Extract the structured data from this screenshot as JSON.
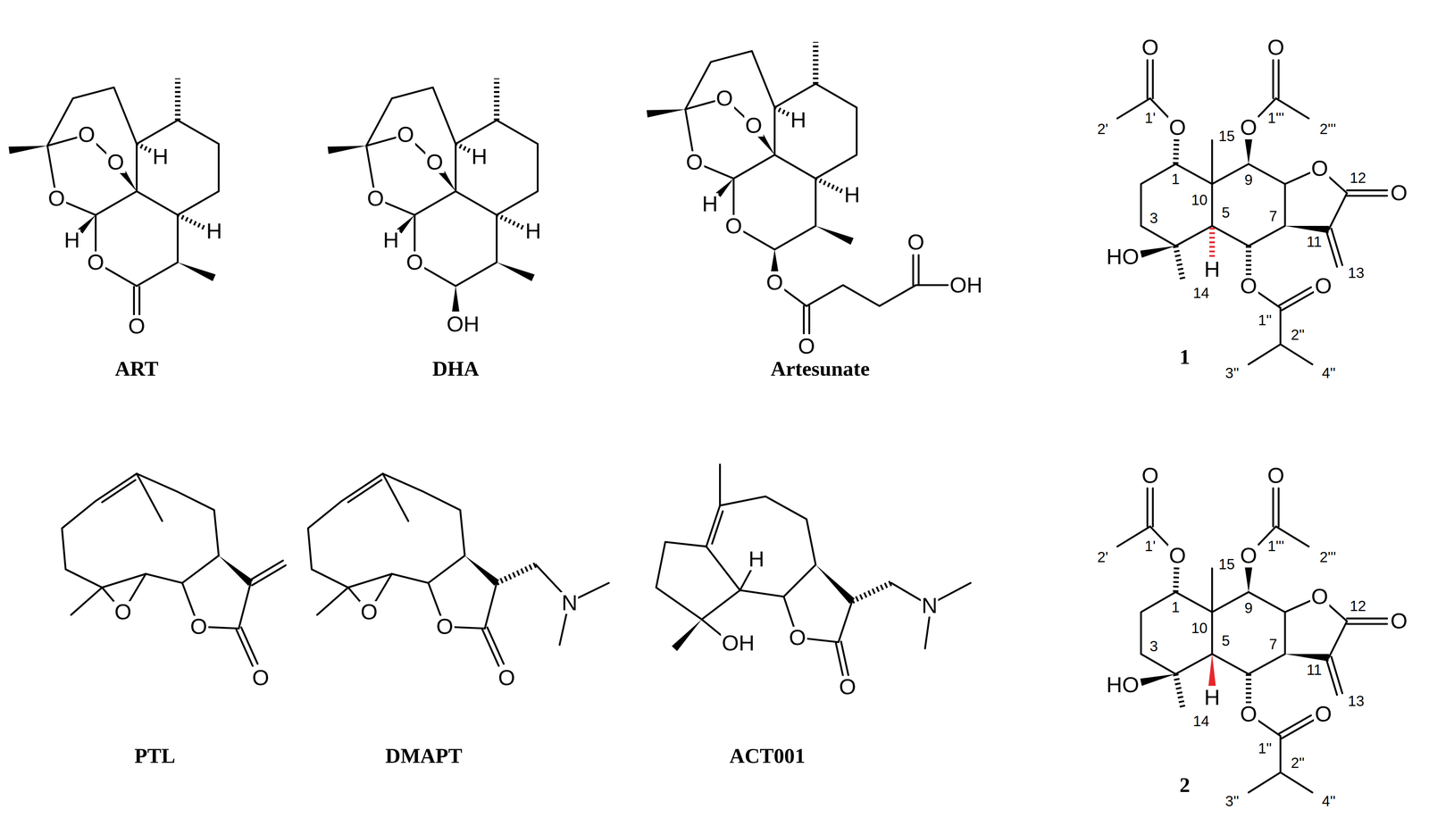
{
  "diagram": {
    "labels": [
      "O",
      "O",
      "O",
      "O",
      "O",
      "H",
      "H",
      "H",
      "ART",
      "O",
      "O",
      "O",
      "O",
      "OH",
      "H",
      "H",
      "H",
      "DHA",
      "O",
      "O",
      "O",
      "O",
      "O",
      "O",
      "O",
      "OH",
      "H",
      "H",
      "H",
      "Artesunate",
      "O",
      "1'",
      "2'",
      "O",
      "15",
      "O",
      "O",
      "1'''",
      "2'''",
      "1",
      "10",
      "9",
      "O",
      "12",
      "O",
      "3",
      "5",
      "7",
      "11",
      "13",
      "HO",
      "H",
      "14",
      "O",
      "1''",
      "O",
      "2''",
      "3''",
      "4''",
      "1",
      "O",
      "1'",
      "2'",
      "O",
      "15",
      "O",
      "O",
      "1'''",
      "2'''",
      "1",
      "10",
      "9",
      "O",
      "12",
      "O",
      "3",
      "5",
      "7",
      "11",
      "13",
      "HO",
      "H",
      "14",
      "O",
      "1''",
      "O",
      "2''",
      "3''",
      "4''",
      "2",
      "O",
      "O",
      "O",
      "PTL",
      "O",
      "O",
      "O",
      "N",
      "DMAPT",
      "H",
      "OH",
      "O",
      "O",
      "N",
      "ACT001"
    ]
  }
}
